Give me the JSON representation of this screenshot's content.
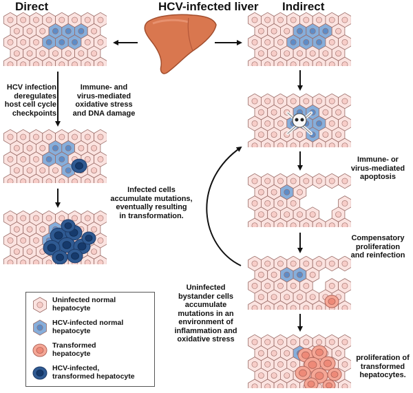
{
  "headers": {
    "direct": "Direct",
    "center": "HCV-infected liver",
    "indirect": "Indirect"
  },
  "labels": {
    "direct_left": [
      "HCV infection",
      "deregulates",
      "host cell cycle",
      "checkpoints"
    ],
    "direct_right": [
      "Immune- and",
      "virus-mediated",
      "oxidative stress",
      "and DNA damage"
    ],
    "direct_mutations": [
      "Infected cells",
      "accumulate mutations,",
      "eventually resulting",
      "in transformation."
    ],
    "apoptosis": [
      "Immune- or",
      "virus-mediated",
      "apoptosis"
    ],
    "compensatory": [
      "Compensatory",
      "proliferation",
      "and reinfection"
    ],
    "bystander": [
      "Uninfected",
      "bystander cells",
      "accumulate",
      "mutations in an",
      "environment of",
      "inflammation and",
      "oxidative stress"
    ],
    "proliferation": [
      "proliferation of",
      "transformed",
      "hepatocytes."
    ]
  },
  "legend": {
    "items": [
      {
        "type": "normal",
        "lines": [
          "Uninfected normal",
          "hepatocyte"
        ]
      },
      {
        "type": "infected",
        "lines": [
          "HCV-infected normal",
          "hepatocyte"
        ]
      },
      {
        "type": "transformed",
        "lines": [
          "Transformed",
          "hepatocyte"
        ]
      },
      {
        "type": "infected_transformed",
        "lines": [
          "HCV-infected,",
          "transformed hepatocyte"
        ]
      }
    ]
  },
  "colors": {
    "normal_fill": "#fbe3e0",
    "normal_nucleus": "#f7cdc8",
    "cell_stroke": "#9a6b66",
    "infected_fill": "#86aedb",
    "infected_nucleus": "#5e8cc6",
    "transformed_fill": "#f5a796",
    "transformed_nucleus": "#ee8a78",
    "inf_trans_fill": "#2f5a92",
    "inf_trans_nucleus": "#163a6c",
    "liver": "#d9774f",
    "arrow": "#111111"
  }
}
